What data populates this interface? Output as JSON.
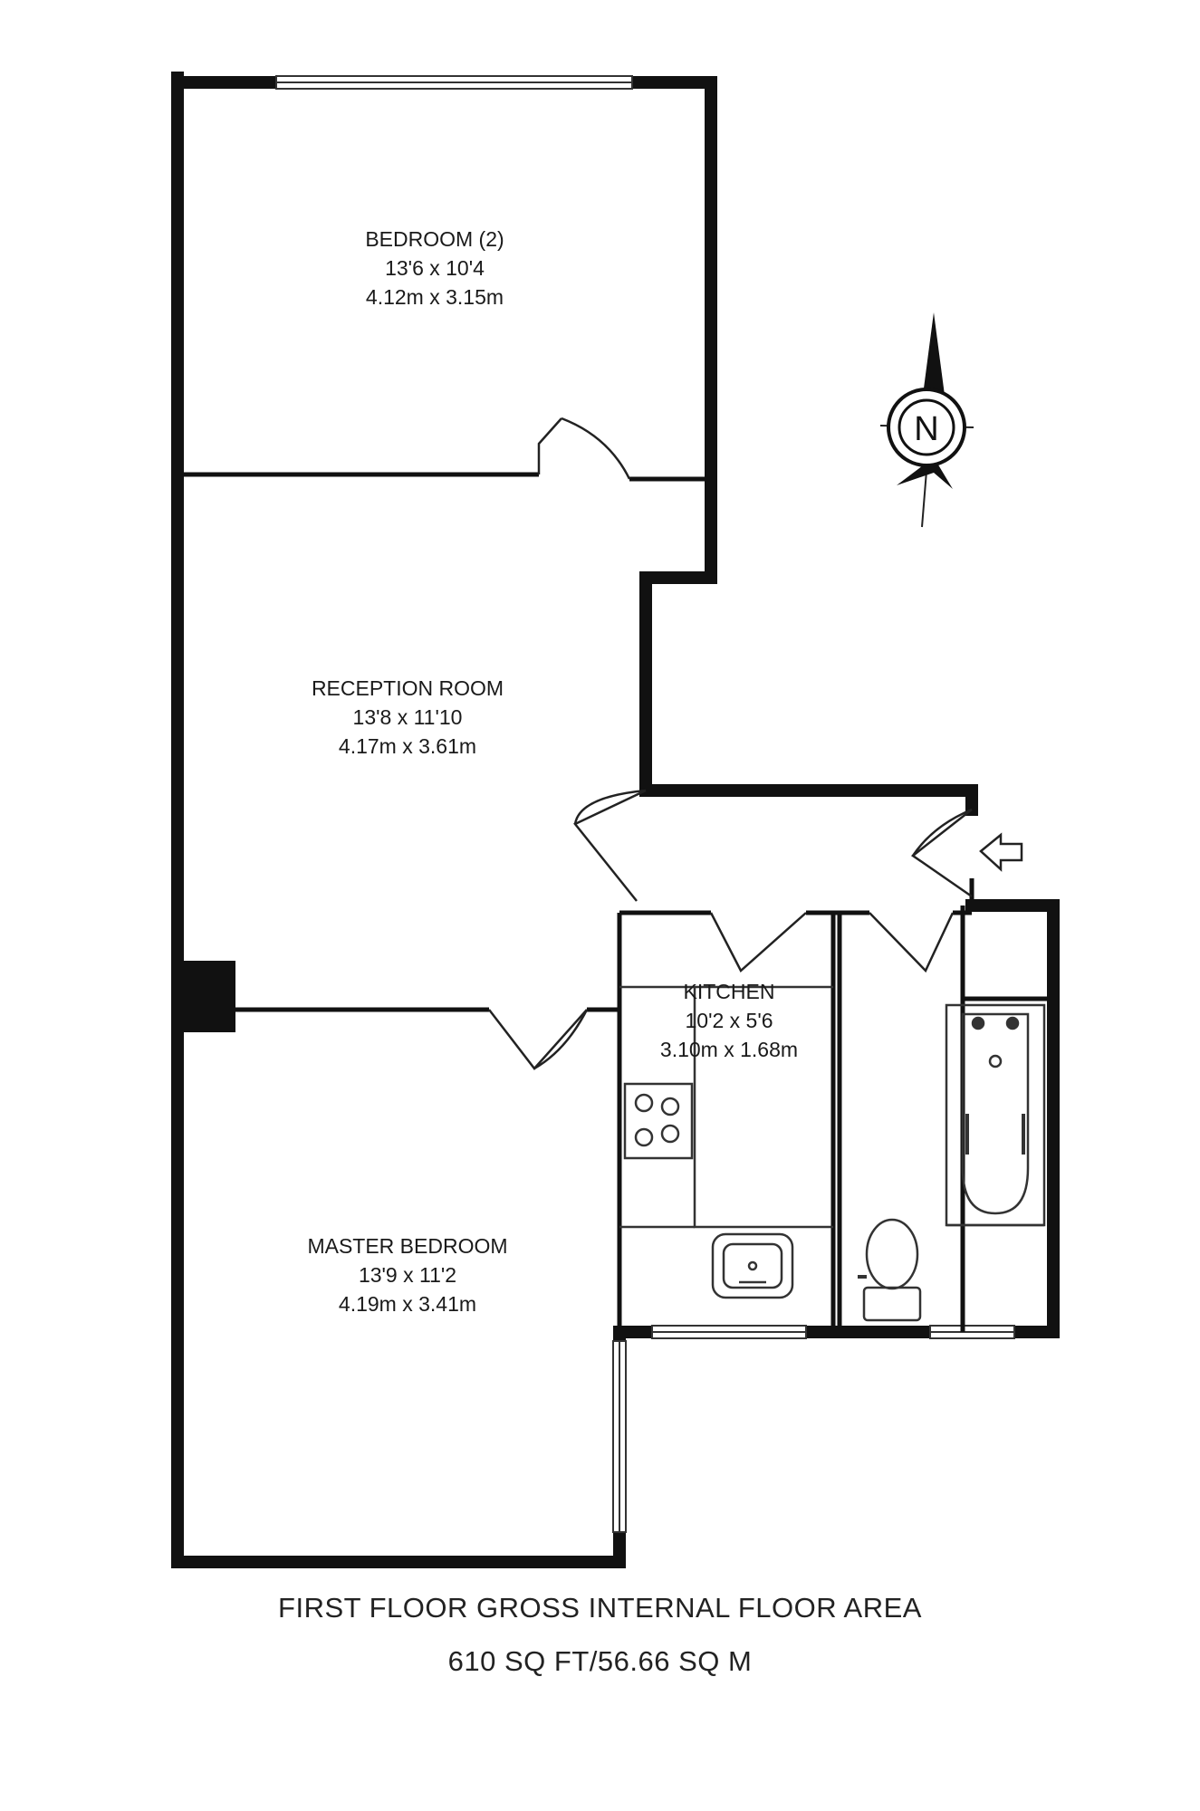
{
  "rooms": {
    "bedroom2": {
      "name": "BEDROOM (2)",
      "imperial": "13'6 x 10'4",
      "metric": "4.12m x 3.15m"
    },
    "reception": {
      "name": "RECEPTION ROOM",
      "imperial": "13'8 x 11'10",
      "metric": "4.17m x 3.61m"
    },
    "kitchen": {
      "name": "KITCHEN",
      "imperial": "10'2 x 5'6",
      "metric": "3.10m x 1.68m"
    },
    "master": {
      "name": "MASTER BEDROOM",
      "imperial": "13'9 x 11'2",
      "metric": "4.19m x 3.41m"
    }
  },
  "compass": {
    "letter": "N"
  },
  "footer": {
    "line1": "FIRST FLOOR GROSS INTERNAL FLOOR AREA",
    "line2": "610 SQ FT/56.66 SQ M"
  },
  "colors": {
    "wall": "#111111",
    "line": "#333333",
    "background": "#ffffff"
  }
}
